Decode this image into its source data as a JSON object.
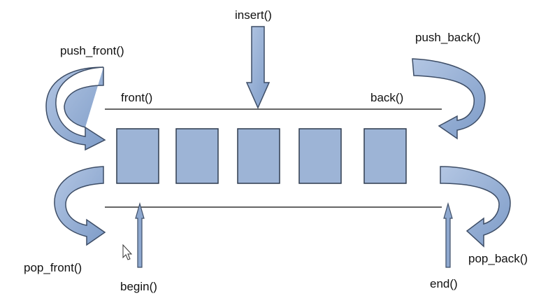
{
  "diagram": {
    "labels": {
      "insert": "insert()",
      "push_front": "push_front()",
      "push_back": "push_back()",
      "front": "front()",
      "back": "back()",
      "pop_front": "pop_front()",
      "pop_back": "pop_back()",
      "begin": "begin()",
      "end": "end()"
    },
    "element_count": 5,
    "colors": {
      "box_fill": "#9db4d6",
      "box_stroke": "#2e3b4e",
      "arrow_fill": "#92acd2",
      "arrow_stroke": "#3d4d66",
      "line": "#333333",
      "text": "#111111"
    }
  }
}
